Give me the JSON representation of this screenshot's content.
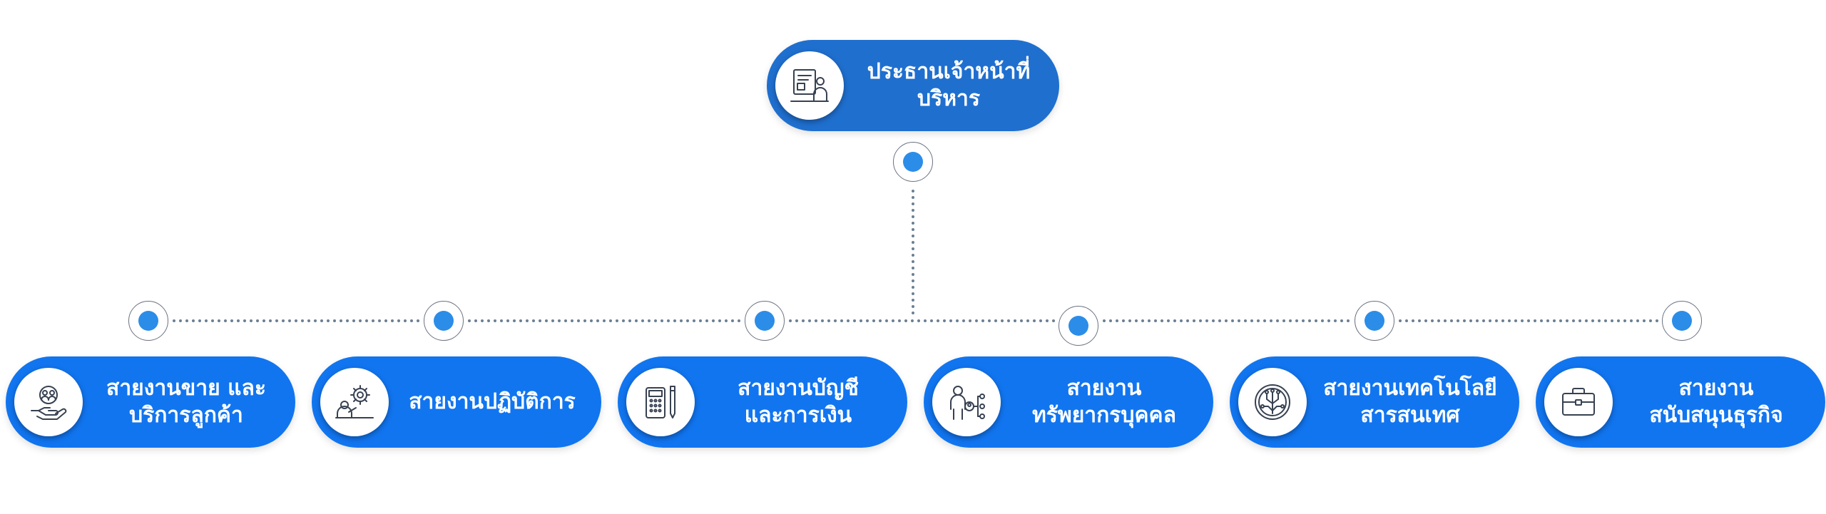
{
  "colors": {
    "ceo_fill": "#1f6fcf",
    "dept_fill": "#1175f0",
    "dot_fill": "#2b8de8",
    "connector": "#6b7f93"
  },
  "ceo": {
    "label": "ประธานเจ้าหน้าที่\nบริหาร",
    "icon": "presentation-person-icon"
  },
  "departments": [
    {
      "label": "สายงานขาย และ\nบริการลูกค้า",
      "icon": "hand-people-icon"
    },
    {
      "label": "สายงานปฏิบัติการ",
      "icon": "person-gear-icon"
    },
    {
      "label": "สายงานบัญชี\nและการเงิน",
      "icon": "calculator-pen-icon"
    },
    {
      "label": "สายงาน\nทรัพยากรบุคคล",
      "icon": "person-network-icon"
    },
    {
      "label": "สายงานเทคโนโลยี\nสารสนเทศ",
      "icon": "circuit-chip-icon"
    },
    {
      "label": "สายงาน\nสนับสนุนธุรกิจ",
      "icon": "briefcase-icon"
    }
  ]
}
